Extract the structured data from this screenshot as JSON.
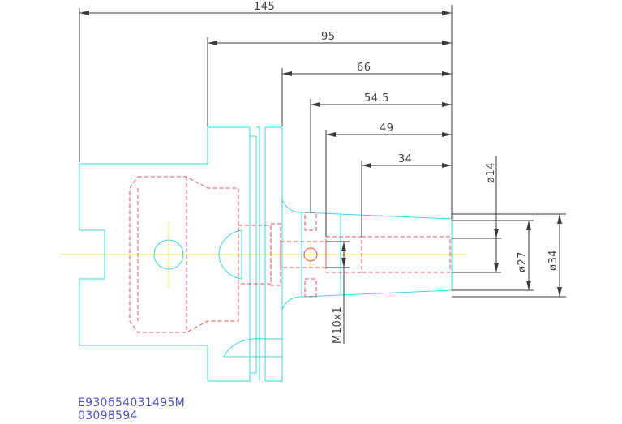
{
  "dimensions": {
    "len_145": "145",
    "len_95": "95",
    "len_66": "66",
    "len_54_5": "54.5",
    "len_49": "49",
    "len_34": "34",
    "dia_14": "ø14",
    "dia_27": "ø27",
    "dia_34": "ø34",
    "thread": "M10x1"
  },
  "caption": {
    "part_number": "E930654031495M",
    "code": "03098594"
  },
  "colors": {
    "outline": "#3fd6e6",
    "hidden": "#e8505a",
    "centerline": "#f2e76a",
    "dimension": "#3a3a3a",
    "caption": "#4a4ec8"
  }
}
